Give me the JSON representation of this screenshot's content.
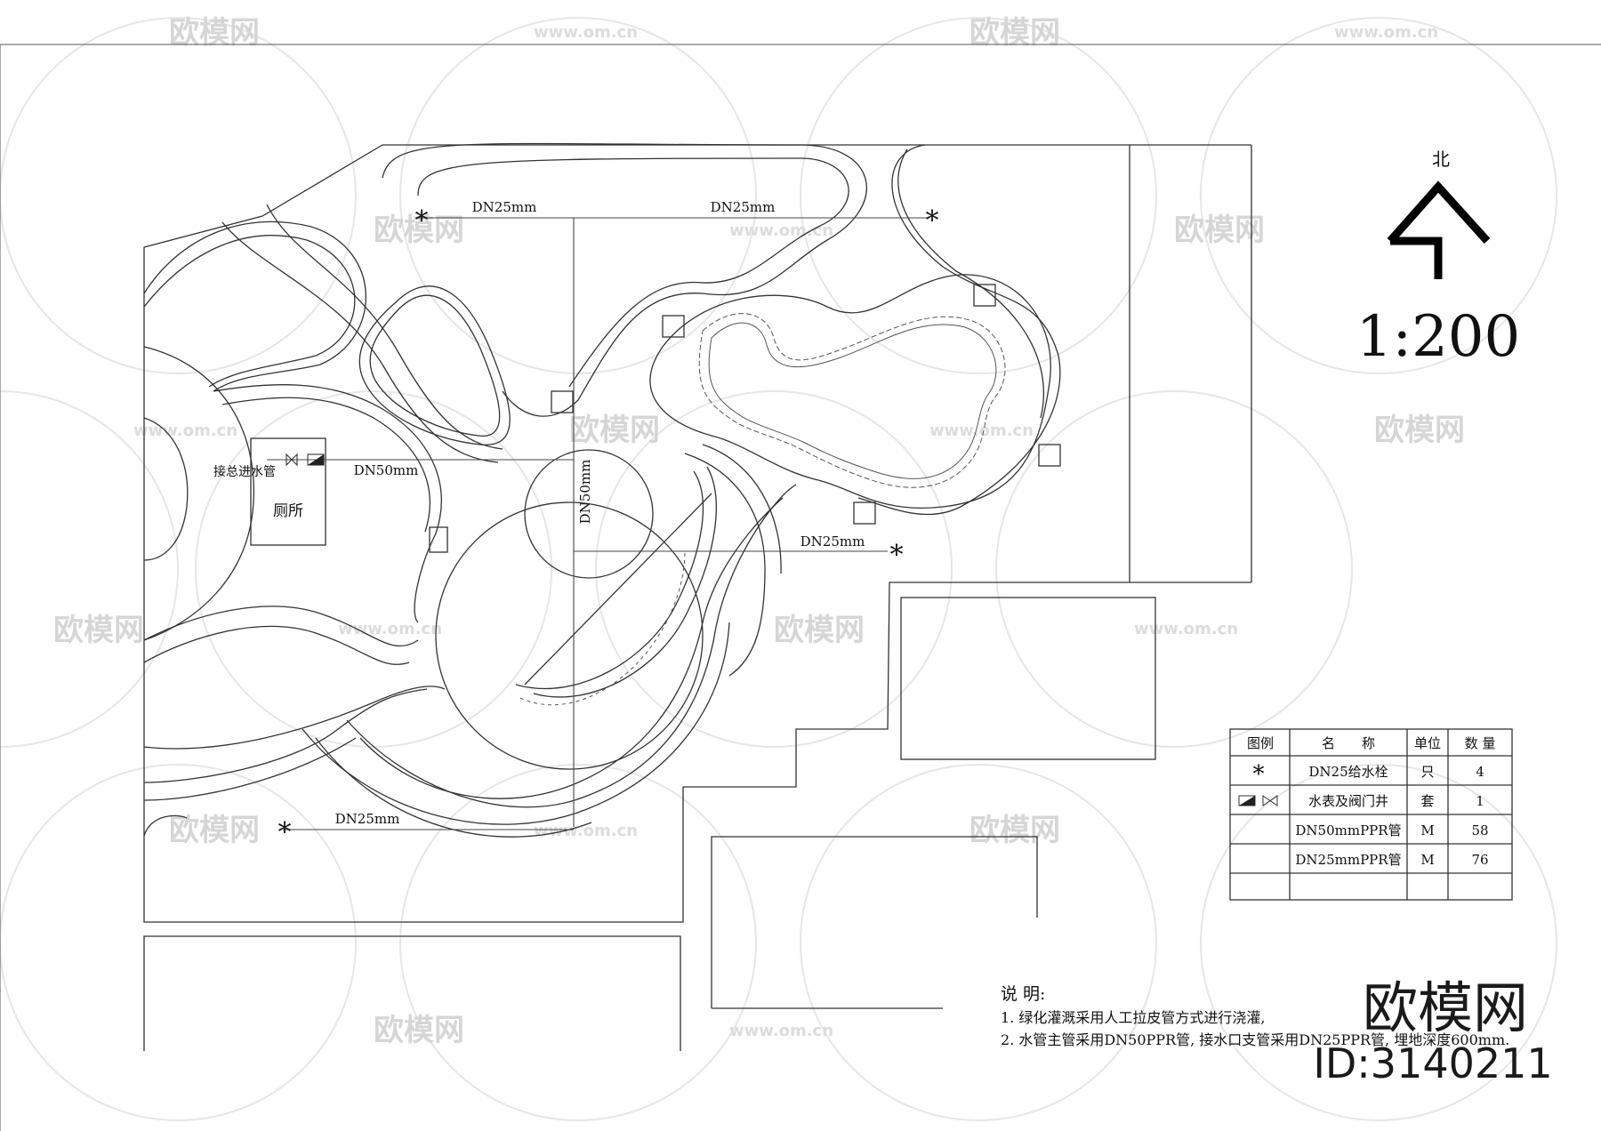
{
  "drawing": {
    "north_label": "北",
    "scale": "1:200",
    "toilet_label": "厕所",
    "main_inlet_label": "接总进水管",
    "pipes": {
      "dn25": "DN25mm",
      "dn50": "DN50mm"
    }
  },
  "legend_table": {
    "headers": [
      "图例",
      "名　　称",
      "单位",
      "数 量"
    ],
    "rows": [
      {
        "symbol": "hydrant-asterisk",
        "name": "DN25给水栓",
        "unit": "只",
        "qty": "4"
      },
      {
        "symbol": "meter-valve-symbol",
        "name": "水表及阀门井",
        "unit": "套",
        "qty": "1"
      },
      {
        "symbol": "",
        "name": "DN50mmPPR管",
        "unit": "M",
        "qty": "58"
      },
      {
        "symbol": "",
        "name": "DN25mmPPR管",
        "unit": "M",
        "qty": "76"
      },
      {
        "symbol": "",
        "name": "",
        "unit": "",
        "qty": ""
      }
    ]
  },
  "notes": {
    "title": "说 明:",
    "items": [
      "1.  绿化灌溉采用人工拉皮管方式进行浇灌,",
      "2.  水管主管采用DN50PPR管, 接水口支管采用DN25PPR管, 埋地深度600mm."
    ]
  },
  "watermark": {
    "brand": "欧模网",
    "url": "www.om.cn",
    "id": "ID:3140211"
  }
}
